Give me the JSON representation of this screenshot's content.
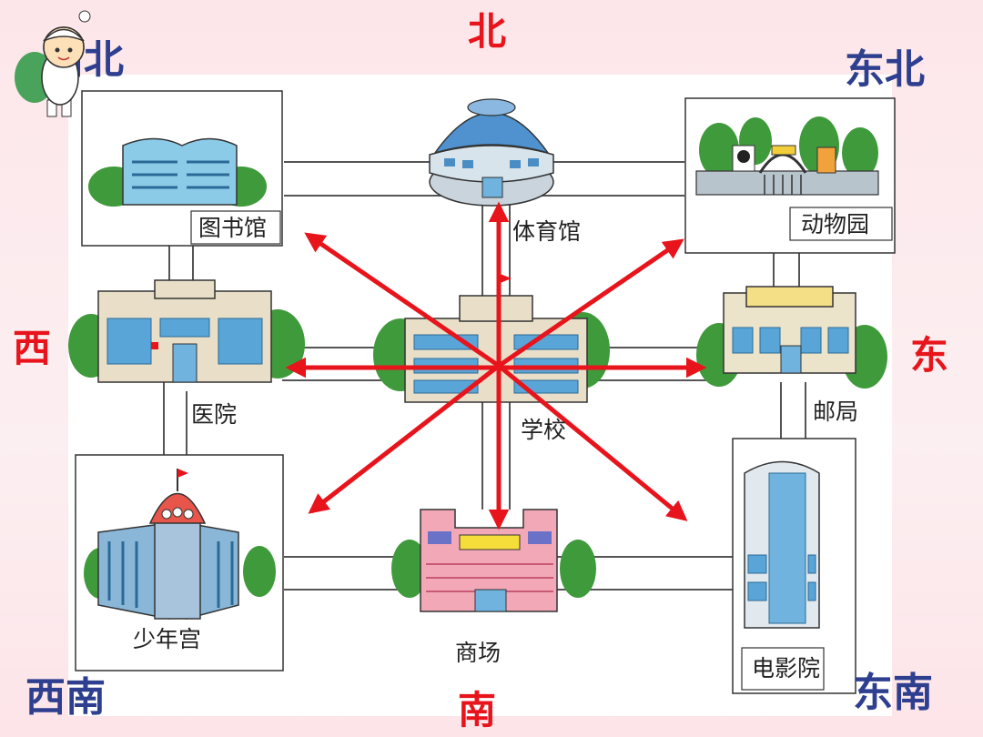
{
  "directions": {
    "north": "北",
    "south": "南",
    "east": "东",
    "west": "西",
    "northeast": "东北",
    "northwest": "西北",
    "southeast": "东南",
    "southwest": "西南"
  },
  "places": {
    "library": "图书馆",
    "gym": "体育馆",
    "zoo": "动物园",
    "hospital": "医院",
    "school": "学校",
    "post_office": "邮局",
    "youth_palace": "少年宫",
    "mall": "商场",
    "cinema": "电影院"
  },
  "colors": {
    "arrow": "#e8141c",
    "direction_main": "#e8141c",
    "direction_diagonal": "#2e3f8f",
    "building_blue": "#6fb3de",
    "tree_green": "#3f9a3b"
  },
  "icons": {
    "mascot": "cartoon-child-mascot-icon"
  }
}
